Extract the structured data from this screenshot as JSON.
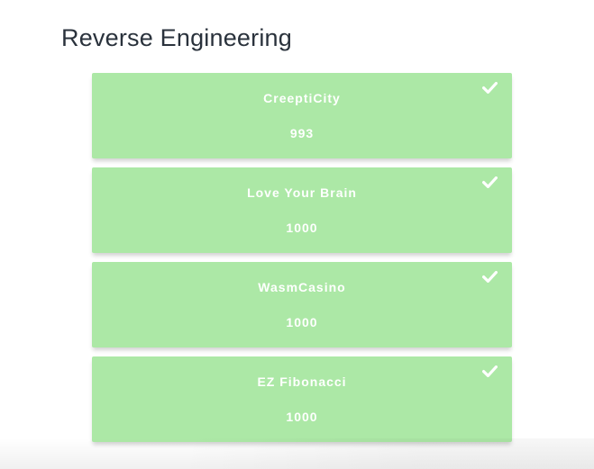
{
  "category": {
    "heading": "Reverse Engineering"
  },
  "challenges": [
    {
      "name": "CreeptiCity",
      "points": "993",
      "solved": true
    },
    {
      "name": "Love Your Brain",
      "points": "1000",
      "solved": true
    },
    {
      "name": "WasmCasino",
      "points": "1000",
      "solved": true
    },
    {
      "name": "EZ Fibonacci",
      "points": "1000",
      "solved": true
    }
  ],
  "icons": {
    "solved": "check-icon"
  },
  "colors": {
    "page_bg": "#ffffff",
    "heading_text": "#2a323c",
    "solved_card_bg": "#ace8a6",
    "card_text": "#ffffff"
  }
}
